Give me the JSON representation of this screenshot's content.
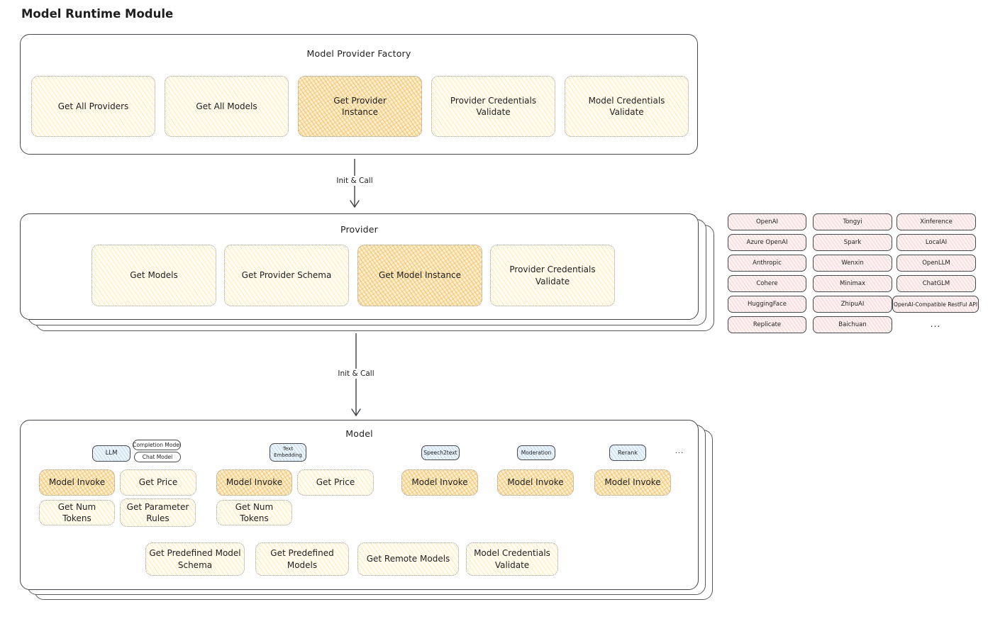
{
  "page_title": "Model Runtime Module",
  "arrow_label": "Init & Call",
  "factory": {
    "title": "Model Provider Factory",
    "buttons": [
      "Get All Providers",
      "Get All Models",
      "Get Provider\nInstance",
      "Provider Credentials\nValidate",
      "Model Credentials\nValidate"
    ]
  },
  "provider": {
    "title": "Provider",
    "buttons": [
      "Get Models",
      "Get Provider Schema",
      "Get Model Instance",
      "Provider Credentials\nValidate"
    ]
  },
  "providers_grid": {
    "col1": [
      "OpenAI",
      "Azure OpenAI",
      "Anthropic",
      "Cohere",
      "HuggingFace",
      "Replicate"
    ],
    "col2": [
      "Tongyi",
      "Spark",
      "Wenxin",
      "Minimax",
      "ZhipuAI",
      "Baichuan"
    ],
    "col3": [
      "Xinference",
      "LocalAI",
      "OpenLLM",
      "ChatGLM",
      "OpenAI-Compatible RestFul API"
    ],
    "ellipsis": "..."
  },
  "model": {
    "title": "Model",
    "tabs": [
      "LLM",
      "Text\nEmbedding",
      "Speech2text",
      "Moderation",
      "Rerank"
    ],
    "badges": [
      "Completion Model",
      "Chat Model"
    ],
    "tabs_ellipsis": "...",
    "row1": [
      "Model Invoke",
      "Get Price",
      "Model Invoke",
      "Get Price",
      "Model Invoke",
      "Model Invoke",
      "Model Invoke"
    ],
    "row2": [
      "Get Num Tokens",
      "Get Parameter\nRules",
      "Get Num Tokens"
    ],
    "row3": [
      "Get Predefined Model\nSchema",
      "Get Predefined\nModels",
      "Get Remote Models",
      "Model Credentials\nValidate"
    ]
  },
  "colors": {
    "stroke": "#43464b",
    "yellow_fill": "#fdf6dd",
    "orange_fill": "#f8dfad",
    "pink_fill": "#fcecec",
    "blue_fill": "#ecf4fb"
  }
}
